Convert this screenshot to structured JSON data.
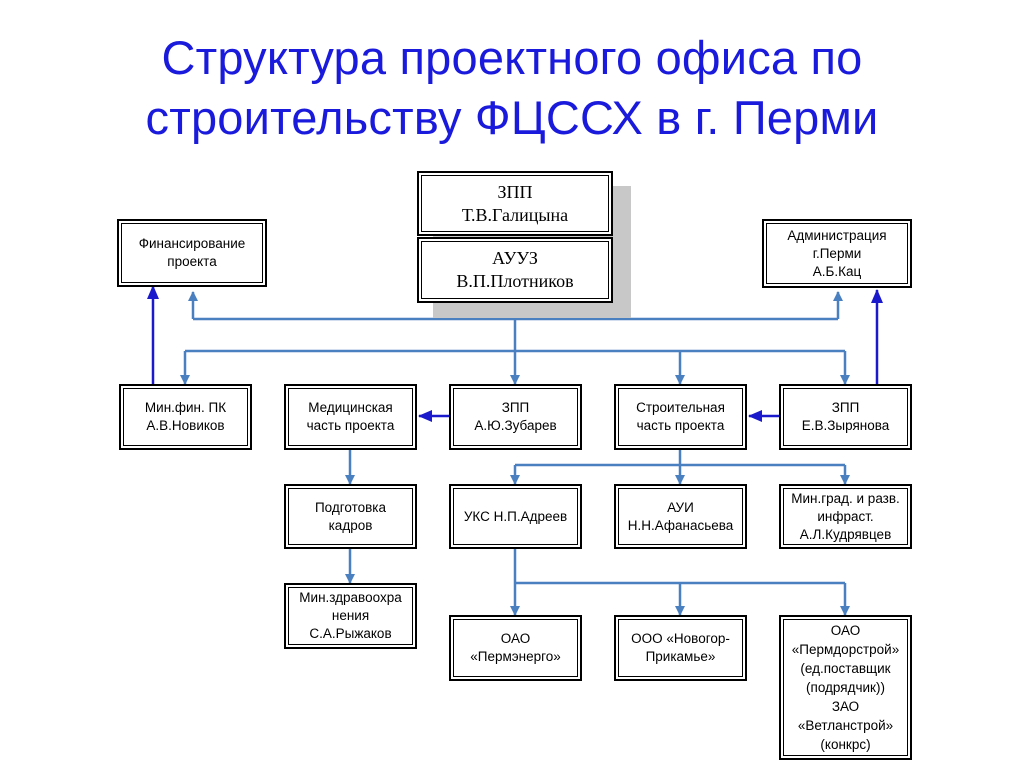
{
  "title": {
    "line1": "Структура проектного офиса по",
    "line2": "строительству ФЦССХ в г. Перми"
  },
  "boxes": {
    "top_zpp": [
      "ЗПП",
      "Т.В.Галицына"
    ],
    "top_auuz": [
      "АУУЗ",
      "В.П.Плотников"
    ],
    "financing": [
      "Финансирование",
      "проекта"
    ],
    "administration": [
      "Администрация",
      "г.Перми",
      "А.Б.Кац"
    ],
    "minfin": [
      "Мин.фин. ПК",
      "А.В.Новиков"
    ],
    "medical": [
      "Медицинская",
      "часть проекта"
    ],
    "zpp_zubarev": [
      "ЗПП",
      "А.Ю.Зубарев"
    ],
    "construction": [
      "Строительная",
      "часть проекта"
    ],
    "zpp_zyryanova": [
      "ЗПП",
      "Е.В.Зырянова"
    ],
    "training": [
      "Подготовка",
      "кадров"
    ],
    "uks": [
      "УКС Н.П.Адреев"
    ],
    "aui": [
      "АУИ",
      "Н.Н.Афанасьева"
    ],
    "mingrad": [
      "Мин.град. и разв.",
      "инфраст.",
      "А.Л.Кудрявцев"
    ],
    "minzdrav": [
      "Мин.здравоохра",
      "нения",
      "С.А.Рыжаков"
    ],
    "permenergo": [
      "ОАО",
      "«Пермэнерго»"
    ],
    "novogor": [
      "ООО «Новогор-",
      "Прикамье»"
    ],
    "permdorstroy": [
      "ОАО",
      "«Пермдорстрой»",
      "(ед.поставщик",
      "(подрядчик))",
      "ЗАО",
      "«Ветланстрой»",
      "(конкрс)"
    ]
  },
  "colors": {
    "title": "#1a1adc",
    "connector": "#4a7fc0",
    "strong_arrow": "#1a1acc",
    "box_border": "#000000",
    "shadow": "#c8c8c8"
  }
}
